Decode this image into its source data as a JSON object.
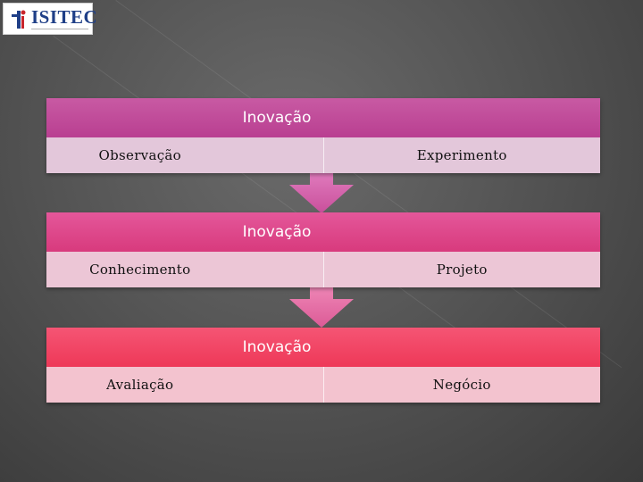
{
  "logo": {
    "text": "ISITEC"
  },
  "colors": {
    "stage1_header": "#c2489a",
    "stage1_body": "#e3c7da",
    "stage2_header": "#dc3f82",
    "stage2_body": "#ecc6d6",
    "stage3_header": "#f2405f",
    "stage3_body": "#f3c3cf",
    "arrow1": "#d85ea8",
    "arrow2": "#e2609e"
  },
  "stages": [
    {
      "title": "Inovação",
      "left": "Observação",
      "right": "Experimento"
    },
    {
      "title": "Inovação",
      "left": "Conhecimento",
      "right": "Projeto"
    },
    {
      "title": "Inovação",
      "left": "Avaliação",
      "right": "Negócio"
    }
  ]
}
